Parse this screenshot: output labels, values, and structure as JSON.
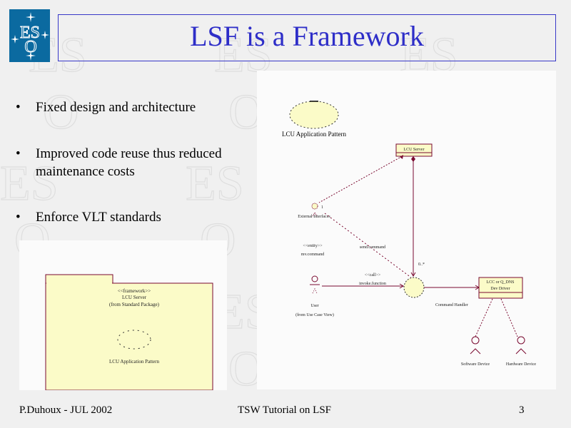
{
  "slide": {
    "title": "LSF is a Framework",
    "logo": {
      "name": "eso-logo",
      "letters_top": "ES",
      "letter_bottom": "O",
      "bg_color": "#0b6aa0"
    },
    "title_color": "#2e2ec8",
    "bullets": [
      {
        "text": "Fixed design and architecture"
      },
      {
        "text": "Improved code reuse thus reduced maintenance costs"
      },
      {
        "text": "Enforce VLT standards"
      }
    ],
    "bullet_symbol": "•"
  },
  "package_diagram": {
    "stereotype": "<<framework>>",
    "name": "LCU Server",
    "from": "(from Standard Package)",
    "usecase_label": "LCU Application Pattern",
    "fill_color": "#fbfbc8",
    "line_color": "#7a0a30"
  },
  "collaboration_diagram": {
    "pattern_label": "LCU Application Pattern",
    "server_class": "LCU Server",
    "interface_actor": "External Interfaces",
    "interface_multiplicity": "1",
    "stereotype_1": "<<entity>>",
    "stereotype_1_sub": "mv.command",
    "dep_label": "send.command",
    "multiplicity_star": "0..*",
    "call_stereotype": "<<call>>",
    "call_label": "invoke.function",
    "user_actor": "User",
    "user_from": "(from Use Case View)",
    "controller": "Command Handler",
    "device_class_line1": "LCC or Q_DNS",
    "device_class_line2": "Dev Driver",
    "actor_left": "Software Device",
    "actor_right": "Hardware Device",
    "line_color": "#7a0a30",
    "fill_color": "#fbfbc8"
  },
  "footer": {
    "author_date": "P.Duhoux - JUL 2002",
    "presentation": "TSW Tutorial on LSF",
    "page_number": "3"
  }
}
